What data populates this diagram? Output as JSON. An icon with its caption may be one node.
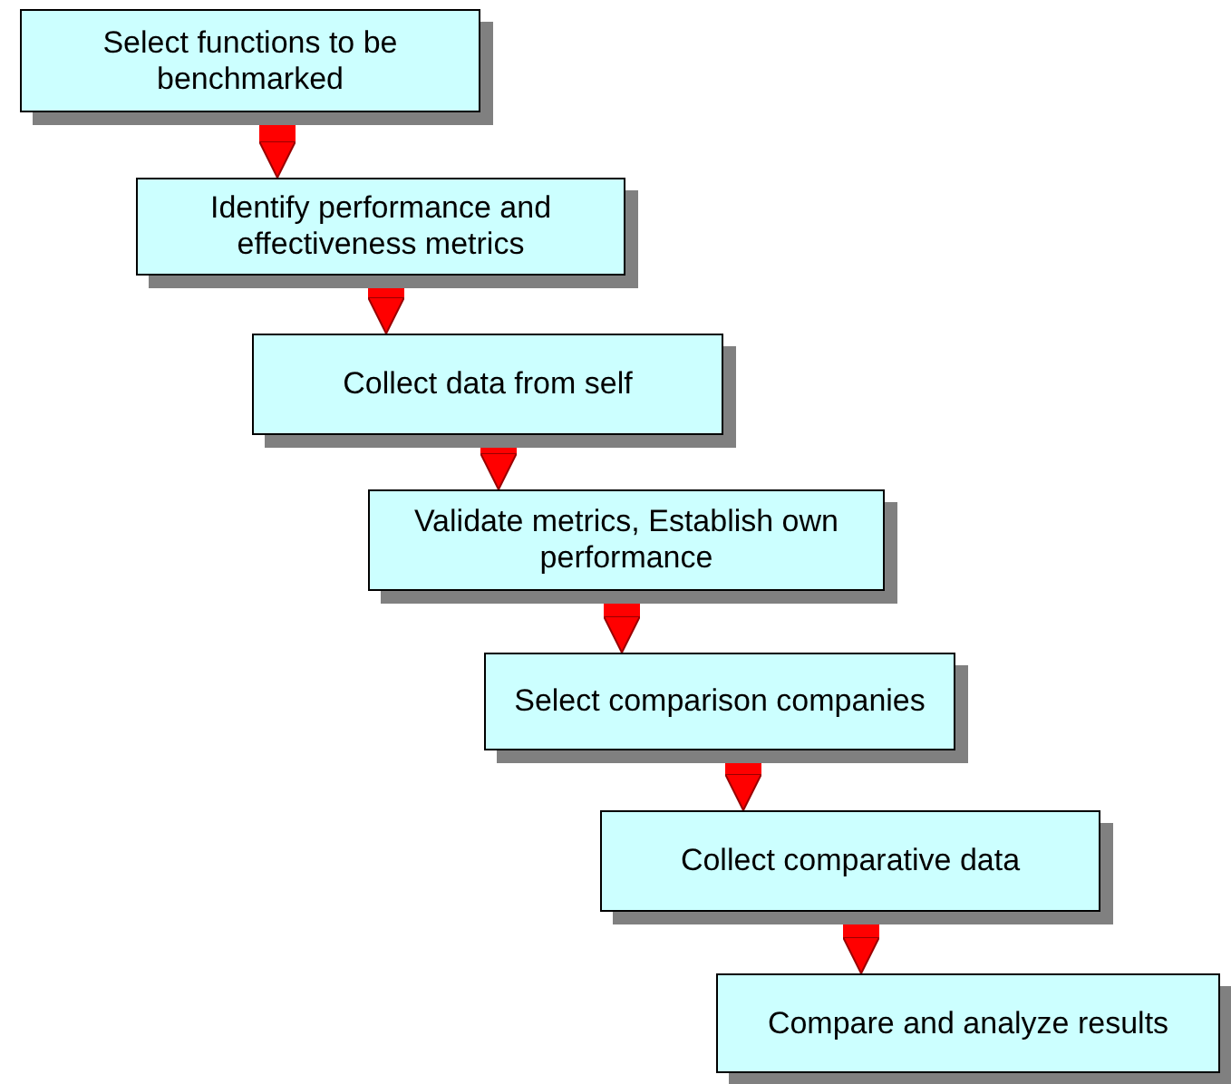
{
  "diagram": {
    "nodes": [
      {
        "text": [
          "Select functions to be benchmarked"
        ]
      },
      {
        "text": [
          "Identify performance and effectiveness metrics"
        ]
      },
      {
        "text": [
          "Collect data from self"
        ]
      },
      {
        "text": [
          "Validate metrics, Establish own performance"
        ]
      },
      {
        "text": [
          "Select comparison companies"
        ]
      },
      {
        "text": [
          "Collect comparative data"
        ]
      },
      {
        "text": [
          "Compare and analyze results"
        ]
      }
    ],
    "edges": [
      {
        "from": 0,
        "to": 1,
        "arrow": "to"
      },
      {
        "from": 1,
        "to": 2,
        "arrow": "to"
      },
      {
        "from": 2,
        "to": 3,
        "arrow": "to"
      },
      {
        "from": 3,
        "to": 4,
        "arrow": "to"
      },
      {
        "from": 4,
        "to": 5,
        "arrow": "to"
      },
      {
        "from": 5,
        "to": 6,
        "arrow": "to"
      }
    ]
  }
}
